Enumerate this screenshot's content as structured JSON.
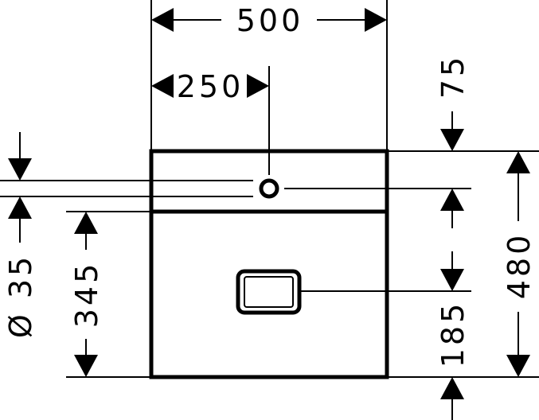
{
  "dimensions": {
    "width_total": "500",
    "width_half": "250",
    "top_offset": "75",
    "height_total": "480",
    "tap_hole": "Ø 35",
    "front_height": "345",
    "handle_height": "185"
  }
}
